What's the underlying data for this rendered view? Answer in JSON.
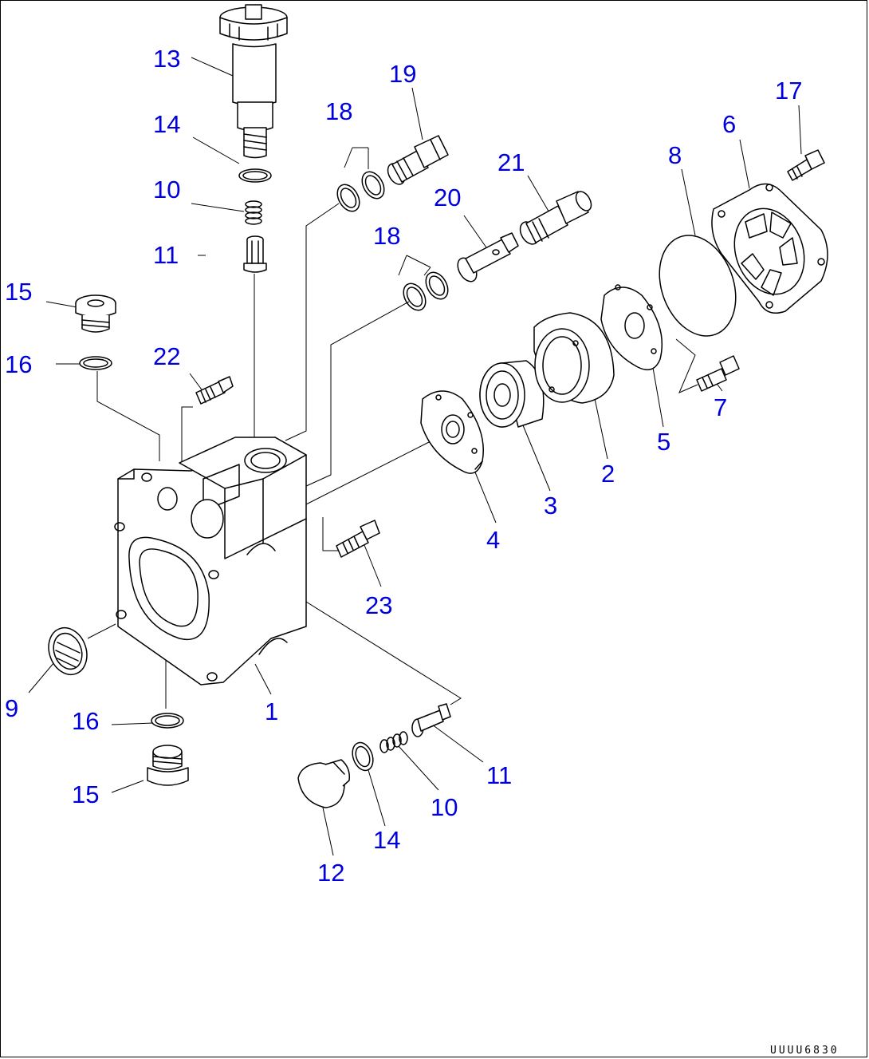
{
  "diagram": {
    "drawing_code": "UUUU6830",
    "accent_color": "#0000dd",
    "callouts": [
      {
        "id": "c13",
        "text": "13"
      },
      {
        "id": "c14a",
        "text": "14"
      },
      {
        "id": "c10a",
        "text": "10"
      },
      {
        "id": "c11a",
        "text": "11"
      },
      {
        "id": "c15a",
        "text": "15"
      },
      {
        "id": "c16a",
        "text": "16"
      },
      {
        "id": "c22",
        "text": "22"
      },
      {
        "id": "c18a",
        "text": "18"
      },
      {
        "id": "c19",
        "text": "19"
      },
      {
        "id": "c18b",
        "text": "18"
      },
      {
        "id": "c20",
        "text": "20"
      },
      {
        "id": "c21",
        "text": "21"
      },
      {
        "id": "c8",
        "text": "8"
      },
      {
        "id": "c6",
        "text": "6"
      },
      {
        "id": "c17",
        "text": "17"
      },
      {
        "id": "c7",
        "text": "7"
      },
      {
        "id": "c5",
        "text": "5"
      },
      {
        "id": "c2",
        "text": "2"
      },
      {
        "id": "c3",
        "text": "3"
      },
      {
        "id": "c4",
        "text": "4"
      },
      {
        "id": "c23",
        "text": "23"
      },
      {
        "id": "c9",
        "text": "9"
      },
      {
        "id": "c1",
        "text": "1"
      },
      {
        "id": "c16b",
        "text": "16"
      },
      {
        "id": "c15b",
        "text": "15"
      },
      {
        "id": "c11b",
        "text": "11"
      },
      {
        "id": "c10b",
        "text": "10"
      },
      {
        "id": "c14b",
        "text": "14"
      },
      {
        "id": "c12",
        "text": "12"
      }
    ]
  }
}
